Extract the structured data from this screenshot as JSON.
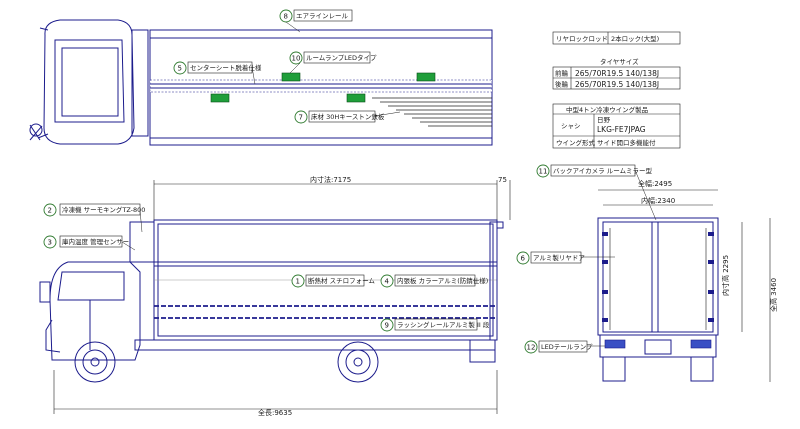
{
  "callouts": [
    {
      "num": "8",
      "label": "エアラインレール"
    },
    {
      "num": "10",
      "label": "ルームランプLEDタイプ"
    },
    {
      "num": "5",
      "label": "センターシート脱着仕様"
    },
    {
      "num": "7",
      "label": "床材 30Hキーストン鉄板"
    },
    {
      "num": "2",
      "label": "冷凍機 サーモキングTZ-800"
    },
    {
      "num": "3",
      "label": "庫内温度 管理センサー"
    },
    {
      "num": "1",
      "label": "断熱材 スチロフォーム"
    },
    {
      "num": "4",
      "label": "内張板 カラーアルミ(防錆仕様)"
    },
    {
      "num": "9",
      "label": "ラッシングレールアルミ製 II 段"
    },
    {
      "num": "11",
      "label": "バックアイカメラ ルームミラー型"
    },
    {
      "num": "6",
      "label": "アルミ製リヤドア"
    },
    {
      "num": "12",
      "label": "LEDテールランプ"
    }
  ],
  "dimensions": {
    "inner_length": "内寸法:7175",
    "offset": "75",
    "overall_length": "全長:9635",
    "outer_width": "全幅:2495",
    "inner_width": "内幅:2340",
    "inner_height": "内寸高 2295",
    "overall_height": "全高 3460"
  },
  "spec_lock": {
    "left": "リヤロックロッド",
    "right": "2本ロック(大型)"
  },
  "spec_tire": {
    "title": "タイヤサイズ",
    "rows": [
      {
        "pos": "前輪",
        "size": "265/70R19.5 140/138J"
      },
      {
        "pos": "後輪",
        "size": "265/70R19.5 140/138J"
      }
    ]
  },
  "spec_vehicle": {
    "title": "中型4トン冷凍ウイング製品",
    "chassis_label": "シャシ",
    "chassis_maker": "日野",
    "chassis_model": "LKG-FE7JPAG",
    "wing_label": "ウイング形式",
    "wing_value": "サイド開口多機能付"
  }
}
